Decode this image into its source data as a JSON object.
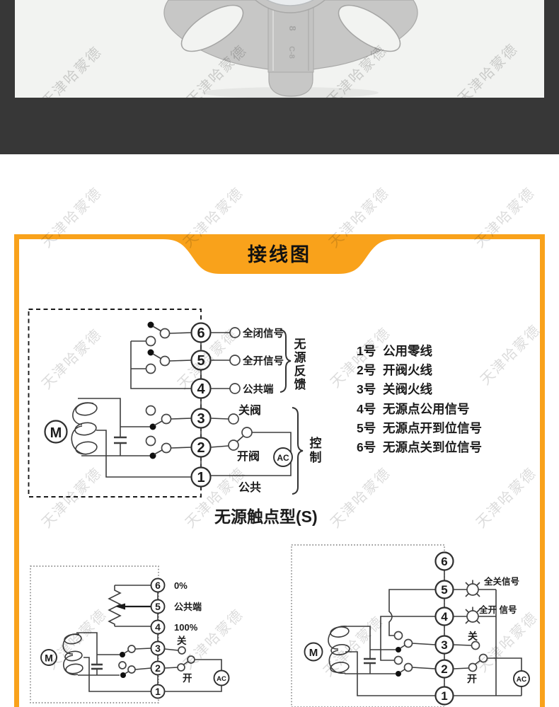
{
  "watermark": {
    "text": "天津哈蒙德"
  },
  "photo": {
    "marking_top": "8",
    "marking_bottom": "C-8"
  },
  "panel": {
    "title": "接线图",
    "accent_color": "#F9A21B"
  },
  "diagram_passive": {
    "caption": "无源触点型(S)",
    "motor_label": "M",
    "ac_label": "AC",
    "terminals": [
      "6",
      "5",
      "4",
      "3",
      "2",
      "1"
    ],
    "outputs": {
      "t6": "全闭信号",
      "t5": "全开信号",
      "t4": "公共端",
      "t3": "关阀",
      "t2": "开阀",
      "t1": "公共"
    },
    "brackets": {
      "feedback": "无源反馈",
      "control": "控制"
    }
  },
  "terminal_legend": {
    "items": [
      {
        "num": "1号",
        "label": "公用零线"
      },
      {
        "num": "2号",
        "label": "开阀火线"
      },
      {
        "num": "3号",
        "label": "关阀火线"
      },
      {
        "num": "4号",
        "label": "无源点公用信号"
      },
      {
        "num": "5号",
        "label": "无源点开到位信号"
      },
      {
        "num": "6号",
        "label": "无源点关到位信号"
      }
    ]
  },
  "diagram_pot": {
    "motor_label": "M",
    "ac_label": "AC",
    "terminals": [
      "6",
      "5",
      "4",
      "3",
      "2",
      "1"
    ],
    "labels": {
      "t6": "0%",
      "t5": "公共端",
      "t4": "100%",
      "t3": "关",
      "t2": "开"
    }
  },
  "diagram_lamp": {
    "motor_label": "M",
    "ac_label": "AC",
    "terminals": [
      "6",
      "5",
      "4",
      "3",
      "2",
      "1"
    ],
    "labels": {
      "t5": "全关信号",
      "t4": "全开 信号",
      "t3": "关",
      "t2": "开"
    }
  }
}
